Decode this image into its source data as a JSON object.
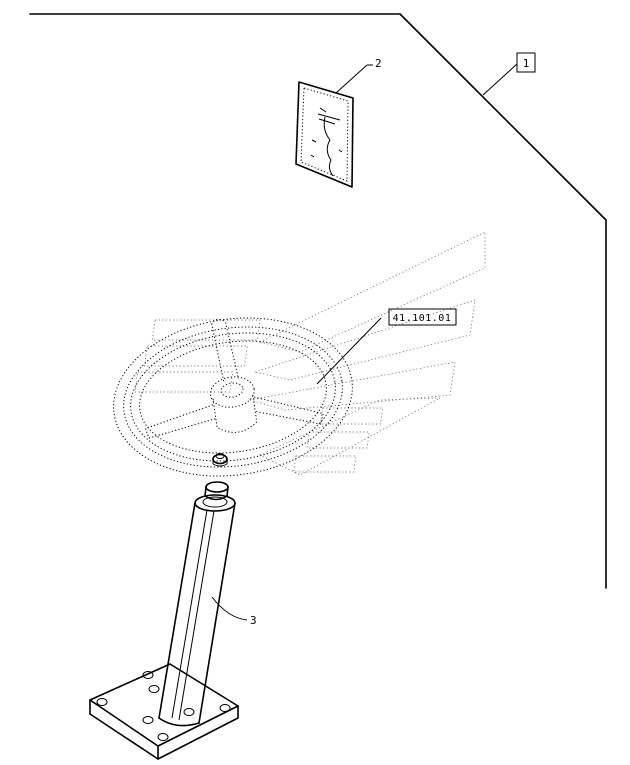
{
  "callouts": {
    "item_1": "1",
    "item_2": "2",
    "item_3": "3",
    "reference": "41.101.01"
  }
}
